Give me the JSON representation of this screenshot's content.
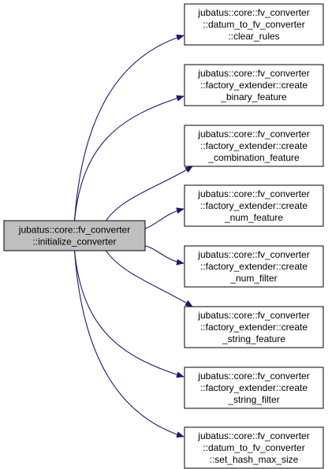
{
  "source": {
    "name": "source-node",
    "lines": [
      "jubatus::core::fv_converter",
      "::initialize_converter"
    ]
  },
  "targets": [
    {
      "name": "target-clear-rules",
      "lines": [
        "jubatus::core::fv_converter",
        "::datum_to_fv_converter",
        "::clear_rules"
      ]
    },
    {
      "name": "target-create-binary-feature",
      "lines": [
        "jubatus::core::fv_converter",
        "::factory_extender::create",
        "_binary_feature"
      ]
    },
    {
      "name": "target-create-combination-feature",
      "lines": [
        "jubatus::core::fv_converter",
        "::factory_extender::create",
        "_combination_feature"
      ]
    },
    {
      "name": "target-create-num-feature",
      "lines": [
        "jubatus::core::fv_converter",
        "::factory_extender::create",
        "_num_feature"
      ]
    },
    {
      "name": "target-create-num-filter",
      "lines": [
        "jubatus::core::fv_converter",
        "::factory_extender::create",
        "_num_filter"
      ]
    },
    {
      "name": "target-create-string-feature",
      "lines": [
        "jubatus::core::fv_converter",
        "::factory_extender::create",
        "_string_feature"
      ]
    },
    {
      "name": "target-create-string-filter",
      "lines": [
        "jubatus::core::fv_converter",
        "::factory_extender::create",
        "_string_filter"
      ]
    },
    {
      "name": "target-set-hash-max-size",
      "lines": [
        "jubatus::core::fv_converter",
        "::datum_to_fv_converter",
        "::set_hash_max_size"
      ]
    }
  ],
  "colors": {
    "source_fill": "#bfbfbf",
    "target_fill": "#ffffff",
    "border": "#000000",
    "edge": "#191970"
  }
}
